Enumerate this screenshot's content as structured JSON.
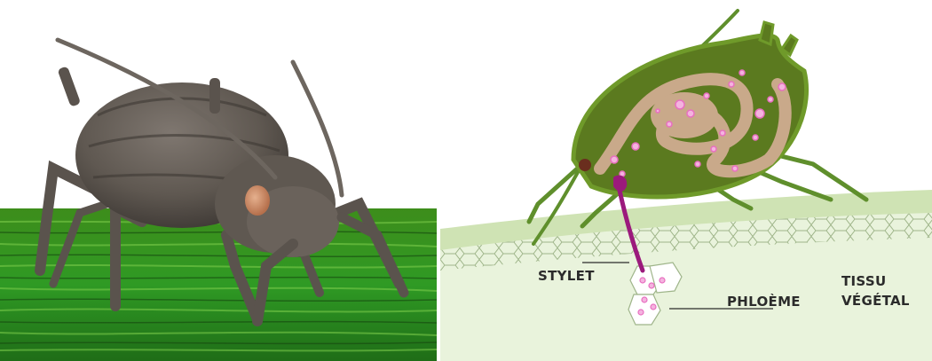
{
  "photo": {
    "subject": "aphid-photo"
  },
  "diagram": {
    "labels": {
      "stylet": "STYLET",
      "phloem": "PHLOÈME",
      "tissue_line1": "TISSU",
      "tissue_line2": "VÉGÉTAL"
    },
    "colors": {
      "body_dark": "#5b7a1f",
      "body_light": "#6f9a2a",
      "gut": "#c9a98a",
      "stylet": "#9b1a7c",
      "droplets": "#e86fc0",
      "leaf_surface": "#cfe3b4",
      "tissue": "#e9f3dc",
      "legs": "#5f8f2c"
    }
  }
}
